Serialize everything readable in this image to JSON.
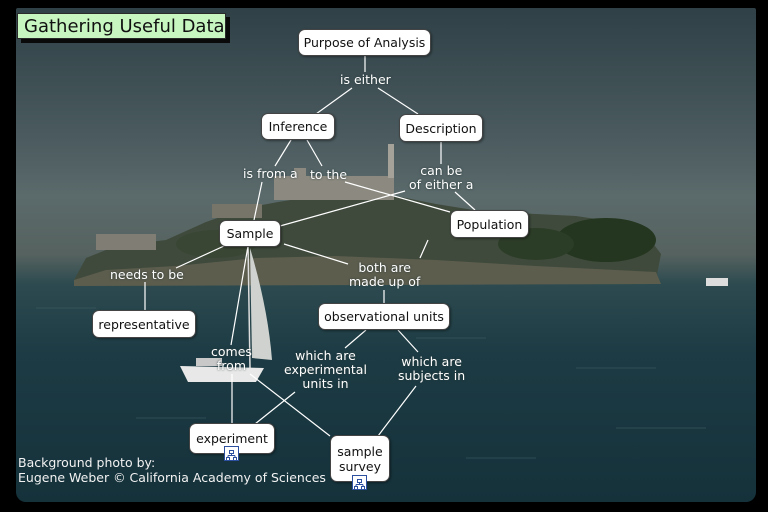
{
  "title": "Gathering Useful Data",
  "nodes": {
    "purpose": "Purpose of Analysis",
    "inference": "Inference",
    "description": "Description",
    "sample": "Sample",
    "population": "Population",
    "representative": "representative",
    "observational_units": "observational units",
    "experiment": "experiment",
    "sample_survey": "sample\nsurvey"
  },
  "links": {
    "is_either": "is either",
    "is_from_a": "is from a",
    "to_the": "to the",
    "can_be_of_either_a": "can be\nof either a",
    "needs_to_be": "needs to be",
    "both_are_made_up_of": "both are\nmade up of",
    "comes_from": "comes\nfrom",
    "which_are_experimental_units_in": "which are\nexperimental\nunits in",
    "which_are_subjects_in": "which are\nsubjects in"
  },
  "credit": "Background photo by:\nEugene Weber © California Academy of Sciences",
  "colors": {
    "title_bg": "#c7f6c0",
    "node_bg": "#ffffff",
    "line": "#ffffff",
    "text_light": "#ffffff"
  }
}
